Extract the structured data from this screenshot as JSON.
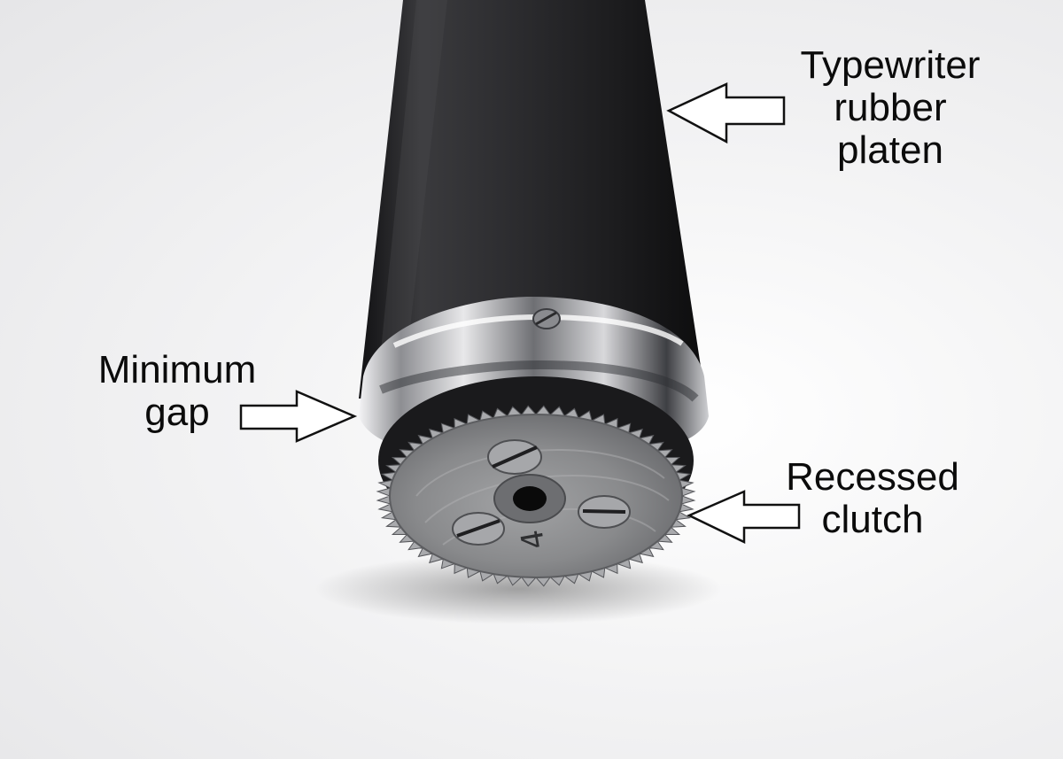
{
  "labels": {
    "platen": {
      "line1": "Typewriter",
      "line2": "rubber",
      "line3": "platen"
    },
    "gap": {
      "line1": "Minimum",
      "line2": "gap"
    },
    "clutch": {
      "line1": "Recessed",
      "line2": "clutch"
    }
  },
  "engraving": "4",
  "colors": {
    "background": "#f2f2f3",
    "rubber": "#2a2a2c",
    "chrome": "#c9c9cc",
    "steel_gear": "#8c8d8f",
    "label_text": "#0b0b0b"
  }
}
